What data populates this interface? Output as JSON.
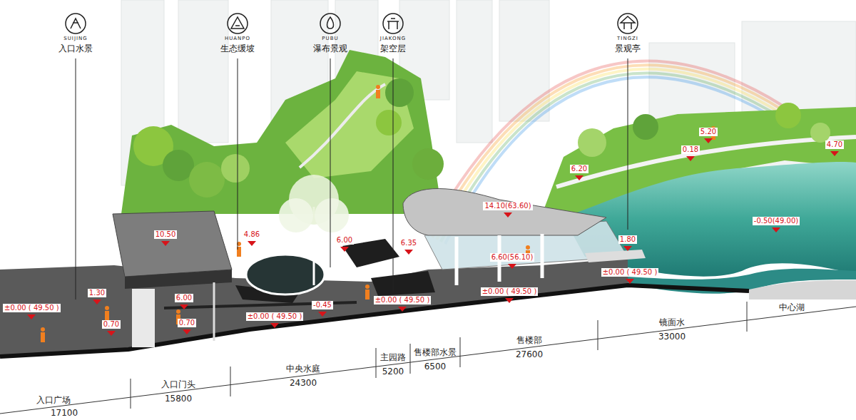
{
  "diagram": {
    "labels": [
      "SUIJING",
      "入口水景",
      "HUANPO",
      "生态缓坡",
      "PUBU",
      "瀑布景观",
      "JIAKONG",
      "架空层",
      "TINGZI",
      "景观亭",
      "10.50",
      "4.86",
      "6.00",
      "6.35",
      "14.10(63.60)",
      "6.60(56.10)",
      "1.80",
      "6.20",
      "0.18",
      "5.20",
      "4.70",
      "-0.50(49.00)",
      "±0.00 ( 49.50 )",
      "1.30",
      "0.70",
      "6.00",
      "0.70",
      "±0.00 ( 49.50 )",
      "-0.45",
      "±0.00 ( 49.50 )",
      "±0.00 ( 49.50 )",
      "±0.00 ( 49.50 )",
      "入口广场",
      "17100",
      "入口门头",
      "15800",
      "中央水庭",
      "24300",
      "主园路",
      "5200",
      "售楼部水景",
      "6500",
      "售楼部",
      "27600",
      "镜面水",
      "33000",
      "中心湖"
    ]
  }
}
